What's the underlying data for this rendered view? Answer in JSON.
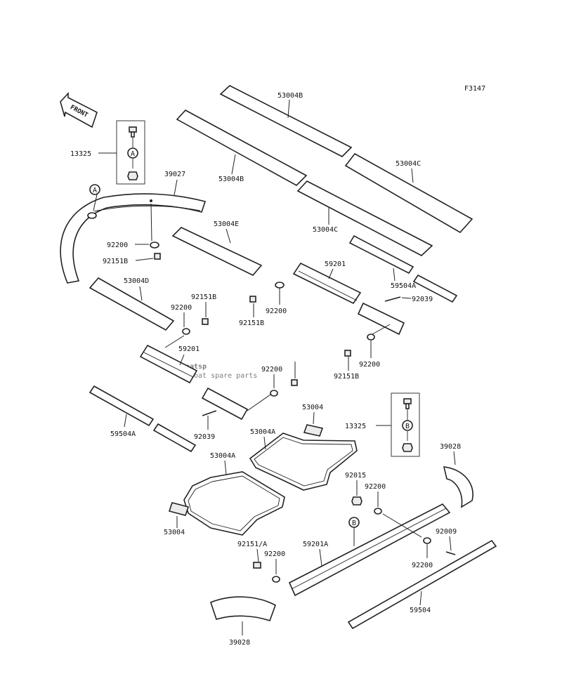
{
  "figure_code": "F3147",
  "front_label": "FRONT",
  "watermark": {
    "text": "boatsp",
    "tagline": "boat spare parts"
  },
  "callouts": [
    "A",
    "B"
  ],
  "parts": {
    "p13325_top": "13325",
    "p13325_mid": "13325",
    "p39027": "39027",
    "p53004B_a": "53004B",
    "p53004B_b": "53004B",
    "p53004C_a": "53004C",
    "p53004C_b": "53004C",
    "p53004E": "53004E",
    "p53004D": "53004D",
    "p92200_a": "92200",
    "p92151B_a": "92151B",
    "p92200_b": "92200",
    "p92151B_b": "92151B",
    "p59201_a": "59201",
    "p92200_c": "92200",
    "p92151B_c": "92151B",
    "p59201_b": "59201",
    "p59504A_a": "59504A",
    "p92039_a": "92039",
    "p92200_d": "92200",
    "p92200_e": "92200",
    "p92151B_d": "92151B",
    "p59504A_b": "59504A",
    "p92039_b": "92039",
    "p53004_a": "53004",
    "p53004A_a": "53004A",
    "p53004A_b": "53004A",
    "p39028_a": "39028",
    "p92015": "92015",
    "p92200_f": "92200",
    "p53004_b": "53004",
    "p92151A": "92151/A",
    "p59201A": "59201A",
    "p92200_g": "92200",
    "p92009": "92009",
    "p92200_h": "92200",
    "p59504": "59504",
    "p39028_b": "39028"
  }
}
